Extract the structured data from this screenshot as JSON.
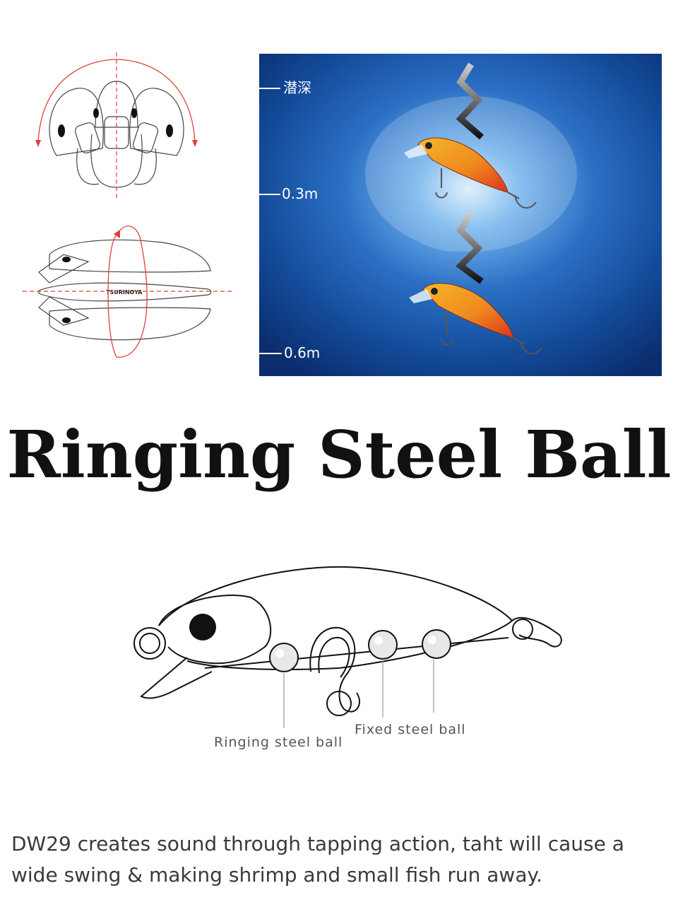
{
  "photo": {
    "depth_labels": [
      "潜深",
      "0.3m",
      "0.6m"
    ]
  },
  "logo_text": "TSURINOYA",
  "section": {
    "title": "Ringing Steel Ball"
  },
  "callouts": {
    "ringing": "Ringing steel ball",
    "fixed": "Fixed steel ball"
  },
  "description": "DW29 creates sound through tapping action, taht will cause a wide swing & making shrimp and small fish run away.",
  "colors": {
    "water_dark": "#0b2d6e",
    "water_light": "#d9eefc",
    "arrow_red": "#e0403a",
    "lure_gold": "#f3b52a",
    "lure_red": "#d9351e"
  }
}
